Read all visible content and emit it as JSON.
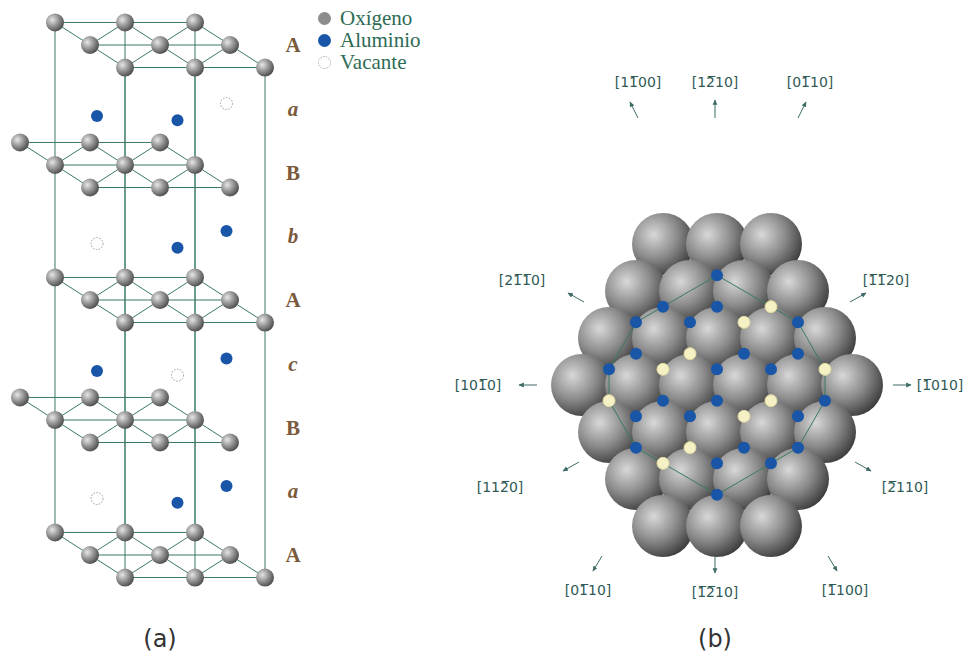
{
  "diagram": {
    "labels": [
      "A",
      "a",
      "B",
      "b",
      "A",
      "c",
      "B",
      "a",
      "A",
      "[11̅00]",
      "[12̅10]",
      "[01̅10]",
      "[1̅1̅20]",
      "[1̅010]",
      "[2̅110]",
      "[1̅100]",
      "[1̅2̅10]",
      "[01̅10]",
      "[112̅0]",
      "[101̅0]",
      "[21̅1̅0]",
      "(a)",
      "(b)"
    ],
    "legend": [
      {
        "text": "Oxígeno",
        "color": "#8c8c8c"
      },
      {
        "text": "Aluminio",
        "color": "#1a56a8"
      },
      {
        "text": "Vacante"
      }
    ]
  }
}
